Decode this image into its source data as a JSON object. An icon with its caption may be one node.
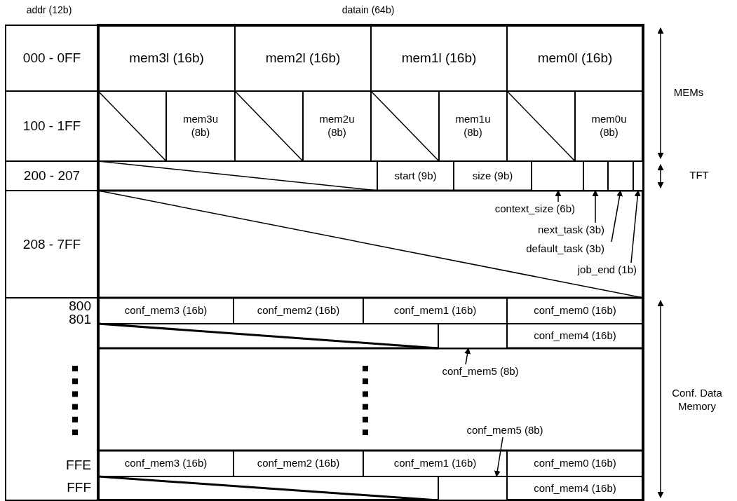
{
  "diagram": {
    "nodes": [
      {
        "text": [
          "000 - 0FF"
        ]
      },
      {
        "text": [
          "mem3l (16b)"
        ]
      },
      {
        "text": [
          "mem2l (16b)"
        ]
      },
      {
        "text": [
          "mem1l (16b)"
        ]
      },
      {
        "text": [
          "mem0l (16b)"
        ]
      },
      {
        "text": [
          "100 - 1FF"
        ]
      },
      {
        "text": [
          "mem3u (8b)"
        ]
      },
      {
        "text": [
          "mem2u (8b)"
        ]
      },
      {
        "text": [
          "mem1u (8b)"
        ]
      },
      {
        "text": [
          "mem0u (8b)"
        ]
      },
      {
        "text": [
          "200 - 207"
        ]
      },
      {
        "text": [
          "start (9b)"
        ]
      },
      {
        "text": [
          "size (9b)"
        ]
      },
      {
        "text": [],
        "shape": "box"
      },
      {
        "text": [],
        "shape": "box"
      },
      {
        "text": [],
        "shape": "box"
      },
      {
        "text": [],
        "shape": "box"
      },
      {
        "text": [
          "208 - 7FF"
        ]
      },
      {
        "text": [
          "context_size (6b)"
        ]
      },
      {
        "text": [
          "next_task (3b)"
        ]
      },
      {
        "text": [
          "default_task (3b)"
        ]
      },
      {
        "text": [
          "job_end (1b)"
        ]
      },
      {
        "text": [
          "conf_mem3 (16b)"
        ]
      },
      {
        "text": [
          "conf_mem2 (16b)"
        ]
      },
      {
        "text": [
          "conf_mem1 (16b)"
        ]
      },
      {
        "text": [
          "conf_mem0 (16b)"
        ]
      },
      {
        "text": [],
        "shape": "box"
      },
      {
        "text": [
          "conf_mem4 (16b)"
        ]
      },
      {
        "text": [
          "conf_mem5 (8b)"
        ]
      },
      {
        "text": [
          "conf_mem5 (8b)"
        ]
      },
      {
        "text": [
          "conf_mem3 (16b)"
        ]
      },
      {
        "text": [
          "conf_mem2 (16b)"
        ]
      },
      {
        "text": [
          "conf_mem1 (16b)"
        ]
      },
      {
        "text": [
          "conf_mem0 (16b)"
        ]
      },
      {
        "text": [],
        "shape": "box"
      },
      {
        "text": [
          "conf_mem4 (16b)"
        ]
      }
    ],
    "edges": [
      {
        "from": 18,
        "to": 13,
        "arrow": "to"
      },
      {
        "from": 19,
        "to": 14,
        "arrow": "to"
      },
      {
        "from": 20,
        "to": 15,
        "arrow": "to"
      },
      {
        "from": 21,
        "to": 16,
        "arrow": "to"
      },
      {
        "from": 28,
        "to": 26,
        "arrow": "to"
      },
      {
        "from": 29,
        "to": 34,
        "arrow": "to"
      }
    ],
    "labels": [
      "addr (12b)",
      "datain (64b)",
      "MEMs",
      "TFT",
      "800",
      "801",
      "Conf. Data Memory",
      "FFE",
      "FFF"
    ]
  }
}
